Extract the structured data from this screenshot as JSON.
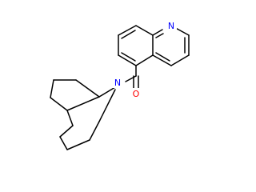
{
  "colors": {
    "background": "#ffffff",
    "bond": "#000000",
    "nitrogen": "#0000ff",
    "oxygen": "#ff0000"
  },
  "atoms": {
    "quinoline_nitrogen": "N",
    "amide_nitrogen": "N",
    "carbonyl_oxygen": "O"
  }
}
